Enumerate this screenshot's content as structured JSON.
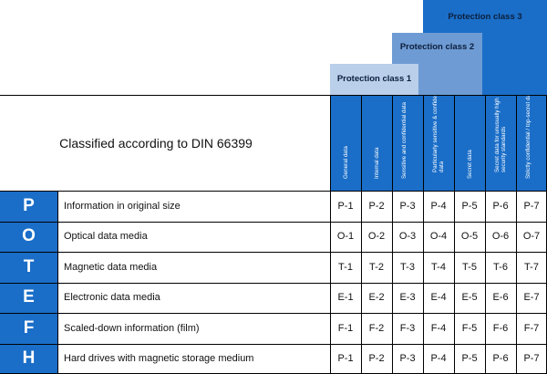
{
  "protection_classes": [
    "Protection class 1",
    "Protection class 2",
    "Protection class 3"
  ],
  "title": "Classified according to DIN 66399",
  "columns": [
    "General data",
    "Internal data",
    "Sensitive and confidential data",
    "Particularly sensitive & confidential data",
    "Secret data",
    "Secret data for unusually high security standards",
    "Strictly confidential / top-secret data"
  ],
  "rows": [
    {
      "letter": "P",
      "label": "Information in original size",
      "cells": [
        "P-1",
        "P-2",
        "P-3",
        "P-4",
        "P-5",
        "P-6",
        "P-7"
      ]
    },
    {
      "letter": "O",
      "label": "Optical data media",
      "cells": [
        "O-1",
        "O-2",
        "O-3",
        "O-4",
        "O-5",
        "O-6",
        "O-7"
      ]
    },
    {
      "letter": "T",
      "label": "Magnetic data media",
      "cells": [
        "T-1",
        "T-2",
        "T-3",
        "T-4",
        "T-5",
        "T-6",
        "T-7"
      ]
    },
    {
      "letter": "E",
      "label": "Electronic data media",
      "cells": [
        "E-1",
        "E-2",
        "E-3",
        "E-4",
        "E-5",
        "E-6",
        "E-7"
      ]
    },
    {
      "letter": "F",
      "label": "Scaled-down information (film)",
      "cells": [
        "F-1",
        "F-2",
        "F-3",
        "F-4",
        "F-5",
        "F-6",
        "F-7"
      ]
    },
    {
      "letter": "H",
      "label": "Hard drives with magnetic storage medium",
      "cells": [
        "P-1",
        "P-2",
        "P-3",
        "P-4",
        "P-5",
        "P-6",
        "P-7"
      ]
    }
  ],
  "colors": {
    "primary_blue": "#1a6ec8",
    "mid_blue": "#6e9bd3",
    "light_blue": "#b9cfea"
  }
}
